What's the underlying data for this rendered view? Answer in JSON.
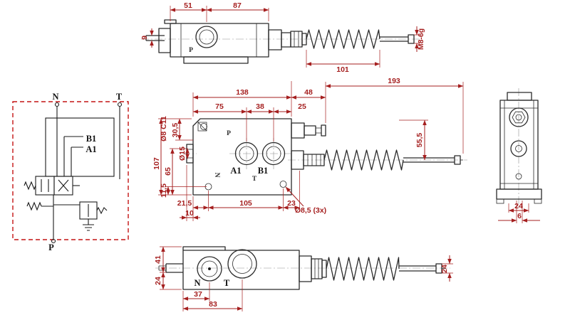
{
  "colors": {
    "dimension": "#a51f1f",
    "outline": "#2a2a2a",
    "schematic_frame": "#c41414"
  },
  "top_view": {
    "dim_51": "51",
    "dim_87": "87",
    "dim_9": "9",
    "dim_101": "101",
    "thread": "M8-6g",
    "port_p": "P"
  },
  "main_view": {
    "dim_138": "138",
    "dim_48": "48",
    "dim_193": "193",
    "dim_75": "75",
    "dim_38": "38",
    "dim_25": "25",
    "bore": "Ø8 C11",
    "dim_30_5": "30,5",
    "dia_15": "Ø15",
    "dim_65": "65",
    "dim_107": "107",
    "dim_55_5": "55,5",
    "dim_11_5": "11,5",
    "dim_21_5": "21,5",
    "dim_105": "105",
    "dim_23": "23",
    "dim_10": "10",
    "holes": "Ø8,5 (3x)",
    "port_p": "P",
    "port_a1": "A1",
    "port_b1": "B1",
    "port_n": "N",
    "port_t": "T"
  },
  "schematic": {
    "n": "N",
    "t": "T",
    "b1": "B1",
    "a1": "A1",
    "p": "P"
  },
  "side_view": {
    "dim_24": "24",
    "dim_6": "6"
  },
  "bottom_view": {
    "dim_41": "41",
    "dim_24_left": "24",
    "dim_24_right": "24",
    "dim_37": "37",
    "dim_83": "83",
    "port_n": "N",
    "port_t": "T"
  }
}
